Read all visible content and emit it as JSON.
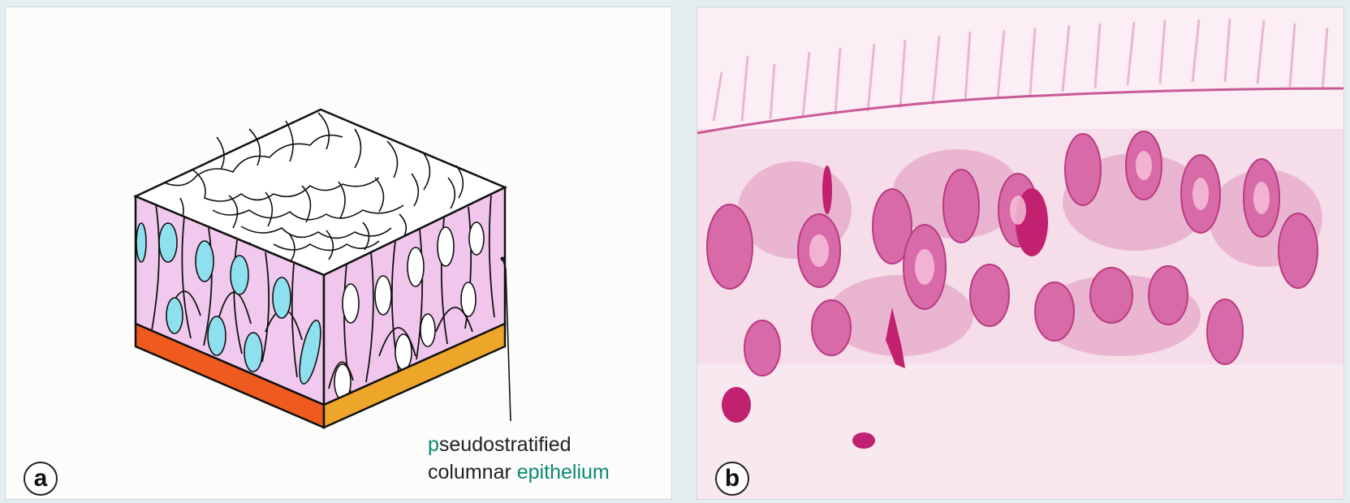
{
  "panel_a": {
    "label": "a",
    "caption_line1": {
      "part1": "p",
      "part2": "seu",
      "part3": "dostratified"
    },
    "caption_line2": {
      "part1": "columnar ",
      "part2": "e",
      "part3": "pithelium"
    }
  },
  "panel_b": {
    "label": "b"
  },
  "colors": {
    "cell_pink": "#f2c9ee",
    "nucleus_cyan": "#8fe0ef",
    "basement_red": "#ef5a1e",
    "basement_orange": "#eda62a",
    "highlight_green": "#0a8a72",
    "stain_pink": "#d84f9c"
  }
}
